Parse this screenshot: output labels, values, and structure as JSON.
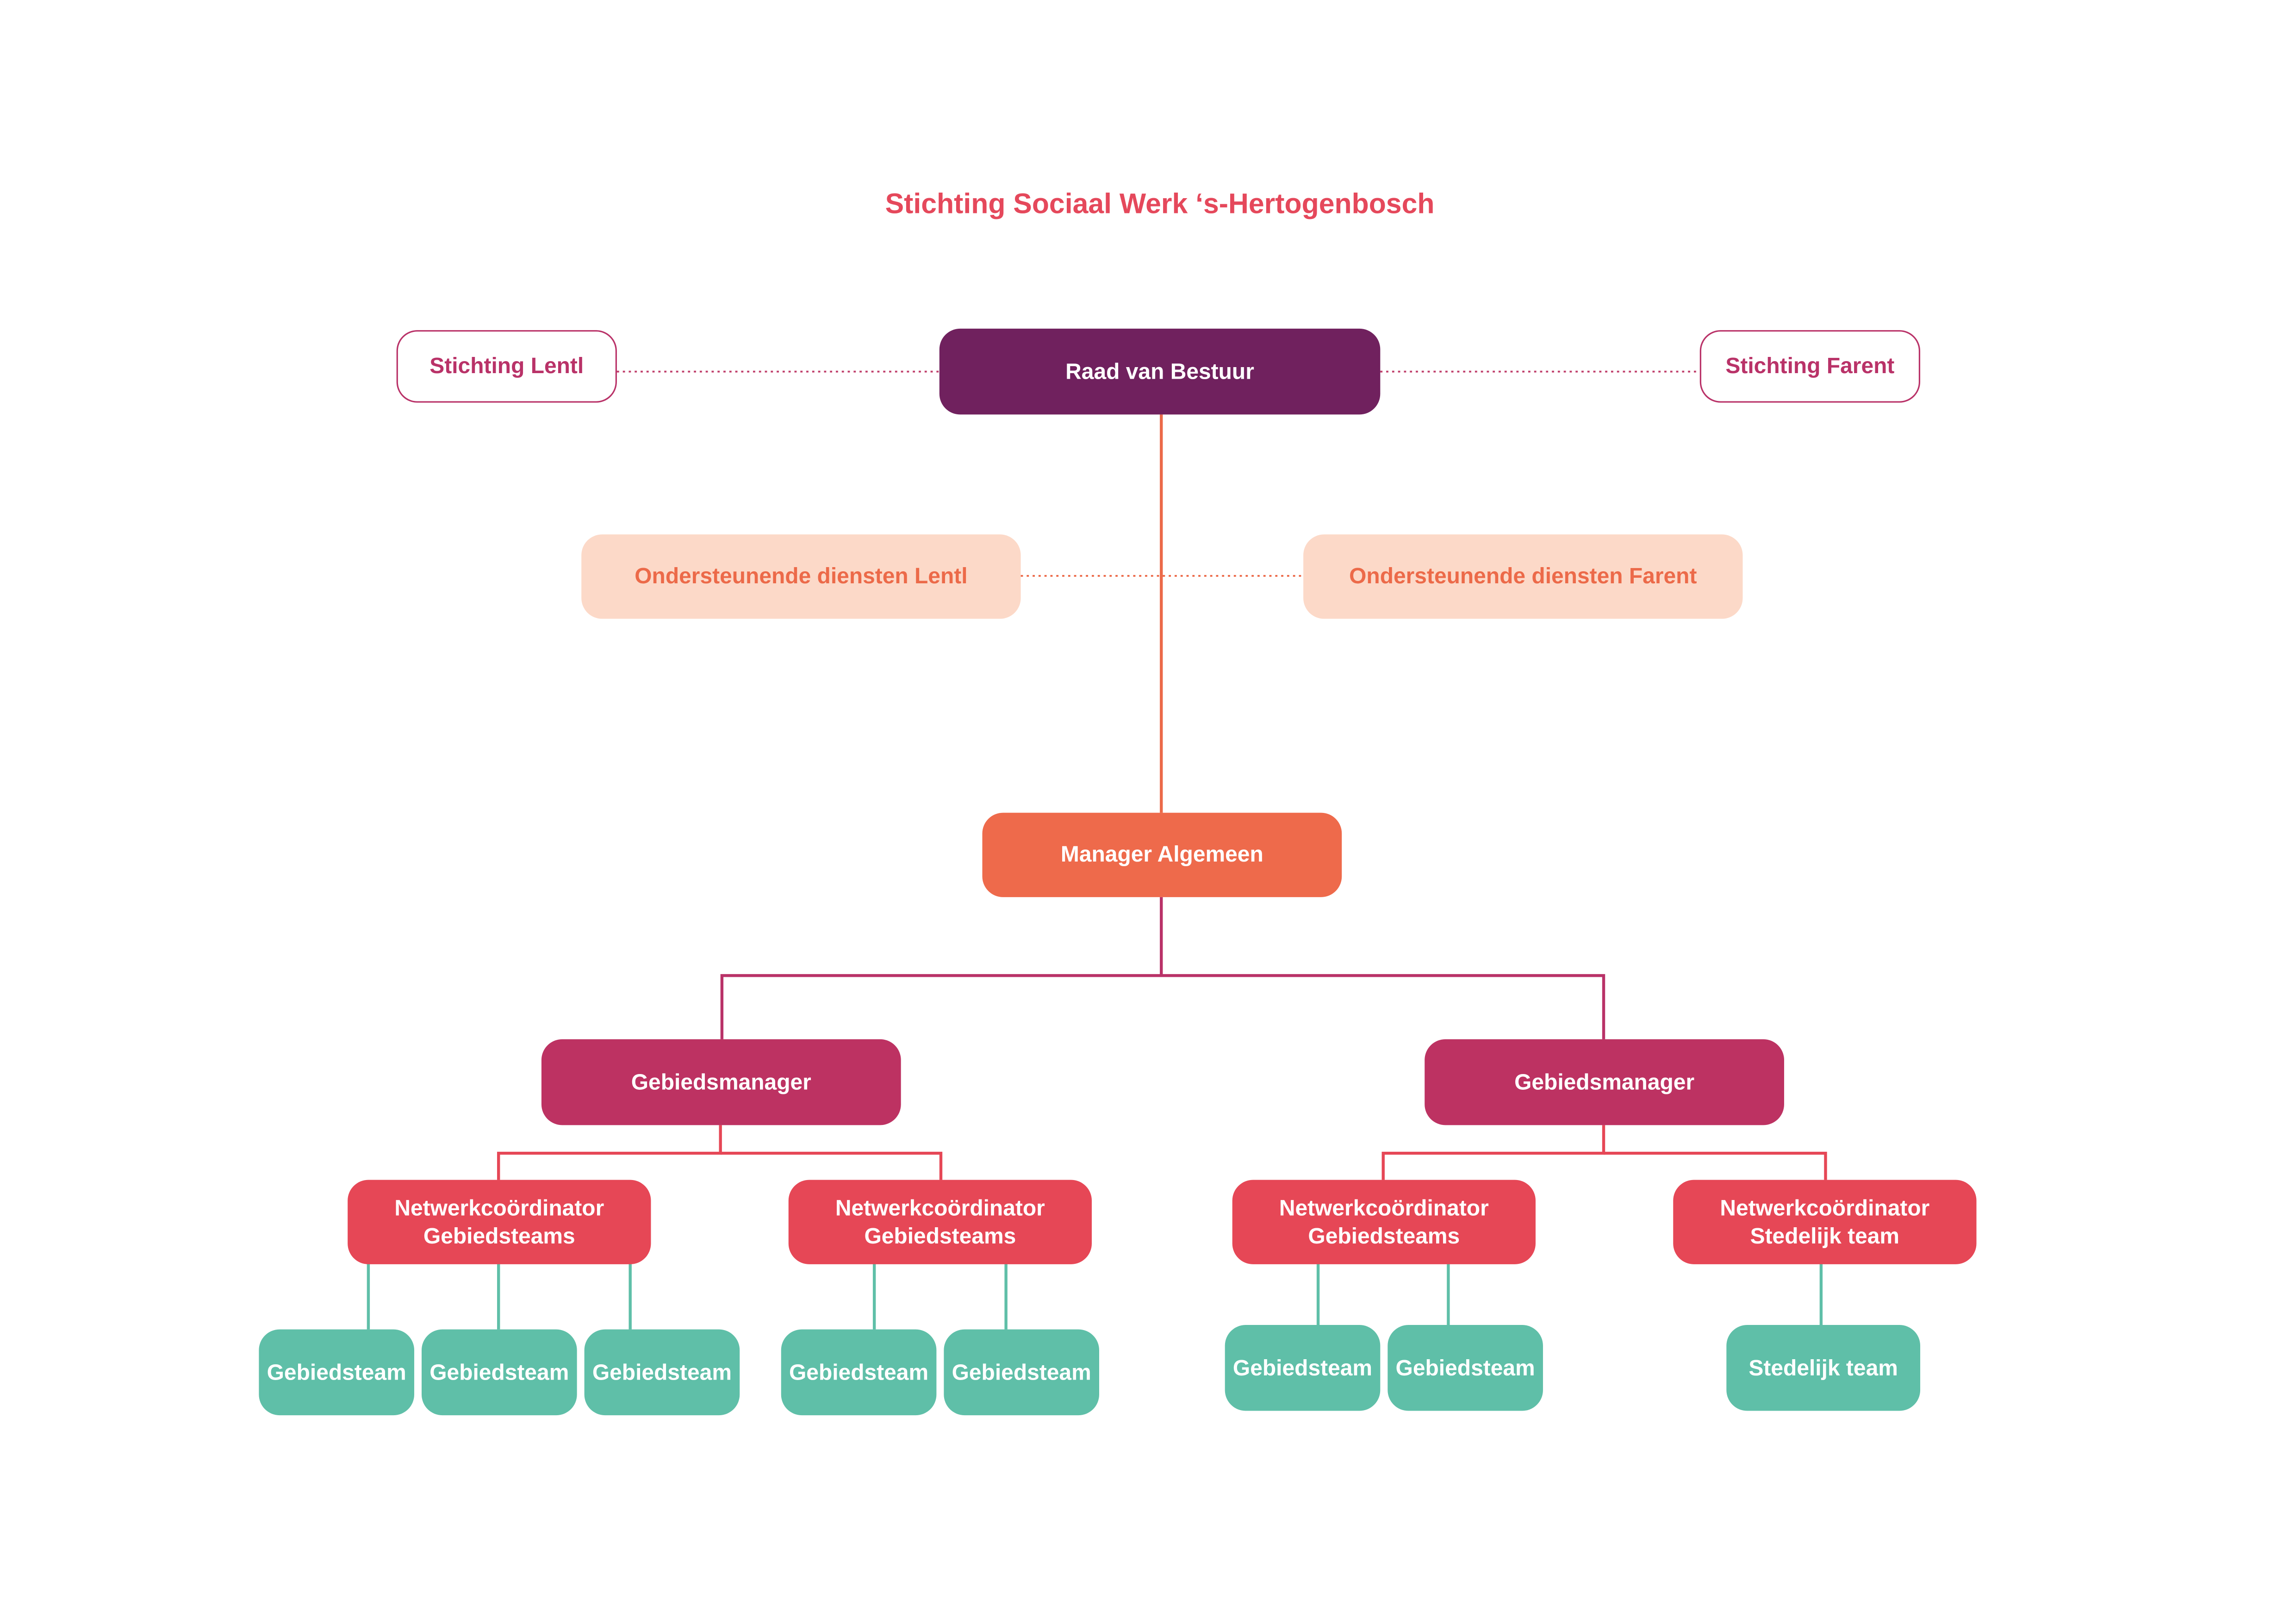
{
  "title": "Stichting Sociaal Werk ‘s-Hertogenbosch",
  "colors": {
    "title": "#e5485b",
    "board": "#70215e",
    "foundation_outline": "#b93268",
    "support_fill": "#fcd9c8",
    "support_text": "#ec6a49",
    "manager": "#ee6a4b",
    "area_manager": "#bd3262",
    "coordinator": "#e64756",
    "team": "#5fbfa8"
  },
  "org": {
    "board": "Raad van Bestuur",
    "foundations": [
      "Stichting Lentl",
      "Stichting Farent"
    ],
    "support_services": [
      "Ondersteunende diensten Lentl",
      "Ondersteunende diensten Farent"
    ],
    "general_manager": "Manager Algemeen",
    "area_managers": [
      {
        "label": "Gebiedsmanager",
        "coordinators": [
          {
            "line1": "Netwerkcoördinator",
            "line2": "Gebiedsteams",
            "teams": [
              "Gebiedsteam",
              "Gebiedsteam",
              "Gebiedsteam"
            ]
          },
          {
            "line1": "Netwerkcoördinator",
            "line2": "Gebiedsteams",
            "teams": [
              "Gebiedsteam",
              "Gebiedsteam"
            ]
          }
        ]
      },
      {
        "label": "Gebiedsmanager",
        "coordinators": [
          {
            "line1": "Netwerkcoördinator",
            "line2": "Gebiedsteams",
            "teams": [
              "Gebiedsteam",
              "Gebiedsteam"
            ]
          },
          {
            "line1": "Netwerkcoördinator",
            "line2": "Stedelijk team",
            "teams": [
              "Stedelijk team"
            ]
          }
        ]
      }
    ]
  }
}
